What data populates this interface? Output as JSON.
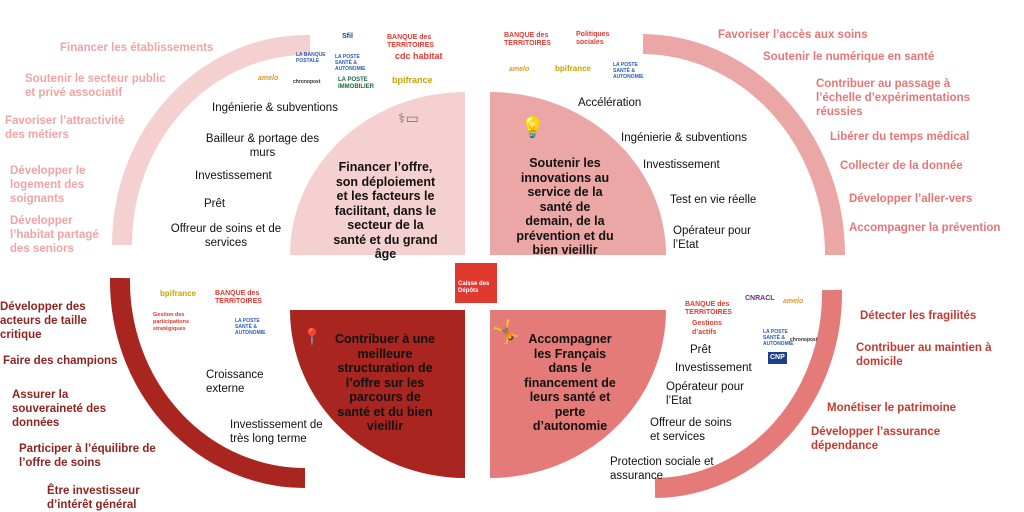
{
  "center_logo": "Caisse des Dépôts",
  "quadrants": {
    "top_left": {
      "title": "Financer l’offre, son déploiement et les facteurs le facilitant, dans le secteur de la santé et du grand âge",
      "levers": [
        "Ingénierie & subventions",
        "Bailleur & portage des murs",
        "Investissement",
        "Prêt",
        "Offreur de soins et de services"
      ],
      "objectives": [
        "Financer les établissements",
        "Soutenir le secteur public et privé associatif",
        "Favoriser l’attractivité des métiers",
        "Développer le logement des soignants",
        "Développer l’habitat partagé des seniors"
      ],
      "logos": [
        "Sfil",
        "BANQUE des TERRITOIRES",
        "cdc habitat",
        "LA BANQUE POSTALE",
        "LA POSTE SANTÉ & AUTONOMIE",
        "bpifrance",
        "amelo",
        "chronopost",
        "LA POSTE IMMOBILIER"
      ]
    },
    "top_right": {
      "title": "Soutenir les innovations au service de la santé de demain, de la prévention et du bien vieillir",
      "levers": [
        "Accélération",
        "Ingénierie & subventions",
        "Investissement",
        "Test en vie réelle",
        "Opérateur pour l’Etat"
      ],
      "objectives": [
        "Favoriser l’accès aux soins",
        "Soutenir le numérique en santé",
        "Contribuer au passage à l’échelle d’expérimentations réussies",
        "Libérer du temps médical",
        "Collecter de la donnée",
        "Développer l’aller-vers",
        "Accompagner la prévention"
      ],
      "logos": [
        "BANQUE des TERRITOIRES",
        "Politiques sociales",
        "amelo",
        "bpifrance",
        "LA POSTE SANTÉ & AUTONOMIE"
      ]
    },
    "bottom_left": {
      "title": "Contribuer à une meilleure structuration de l’offre sur les parcours de santé et du bien vieillir",
      "levers": [
        "Croissance externe",
        "Investissement de très long terme"
      ],
      "objectives": [
        "Développer des acteurs de taille critique",
        "Faire des champions",
        "Assurer la souveraineté des données",
        "Participer à l’équilibre de l’offre de soins",
        "Être investisseur d’intérêt général"
      ],
      "logos": [
        "bpifrance",
        "BANQUE des TERRITOIRES",
        "Gestion des participations stratégiques",
        "LA POSTE SANTÉ & AUTONOMIE"
      ]
    },
    "bottom_right": {
      "title": "Accompagner les Français dans le financement de leurs santé et perte d’autonomie",
      "levers": [
        "Prêt",
        "Investissement",
        "Opérateur pour l’Etat",
        "Offreur de soins et services",
        "Protection sociale et assurance"
      ],
      "objectives": [
        "Détecter les fragilités",
        "Contribuer au maintien à domicile",
        "Monétiser le patrimoine",
        "Développer l’assurance dépendance"
      ],
      "logos": [
        "BANQUE des TERRITOIRES",
        "CNRACL",
        "amelo",
        "Gestions d’actifs",
        "LA POSTE SANTÉ & AUTONOMIE",
        "chronopost",
        "CNP"
      ]
    }
  },
  "colors": {
    "tl": "#f5d0d0",
    "tr": "#eba6a6",
    "bl": "#a8261f",
    "br": "#e57b78"
  }
}
